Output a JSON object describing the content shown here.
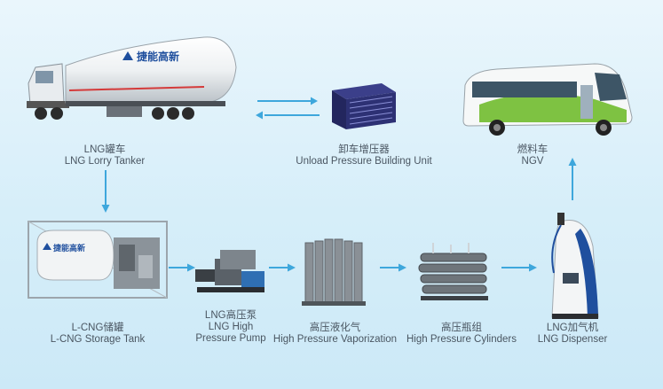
{
  "nodes": {
    "lng_tanker": {
      "cn": "LNG罐车",
      "en": "LNG Lorry Tanker",
      "brand": "捷能高新"
    },
    "unload_unit": {
      "cn": "卸车增压器",
      "en": "Unload Pressure Building Unit"
    },
    "ngv": {
      "cn": "燃料车",
      "en": "NGV"
    },
    "storage_tank": {
      "cn": "L-CNG储罐",
      "en": "L-CNG Storage Tank",
      "brand": "捷能高新"
    },
    "pump": {
      "cn": "LNG高压泵",
      "en_line1": "LNG High",
      "en_line2": "Pressure Pump"
    },
    "vaporizer": {
      "cn": "高压液化气",
      "en": "High Pressure Vaporization"
    },
    "cylinders": {
      "cn": "高压瓶组",
      "en": "High Pressure Cylinders"
    },
    "dispenser": {
      "cn": "LNG加气机",
      "en": "LNG Dispenser"
    }
  },
  "colors": {
    "accent": "#3ea7dc",
    "tank_blue": "#1f4f9e",
    "bus_green": "#7ec242"
  }
}
